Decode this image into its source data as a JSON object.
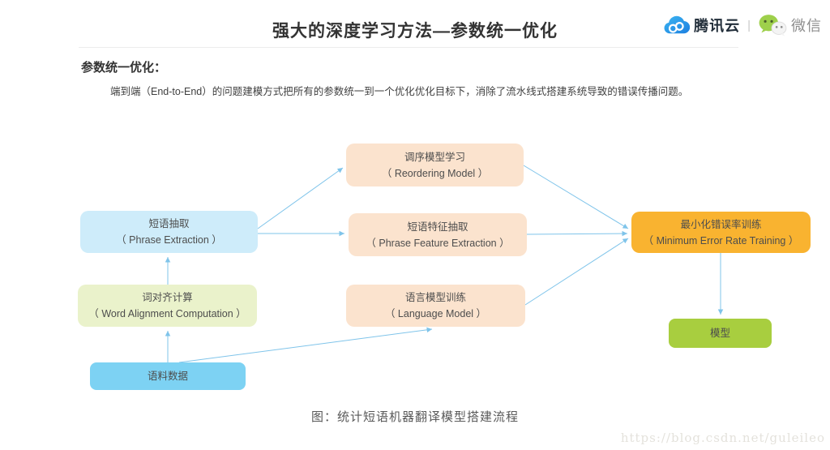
{
  "header": {
    "title": "强大的深度学习方法—参数统一优化",
    "brand": {
      "tencent_cloud": "腾讯云",
      "separator": "|",
      "wechat": "微信"
    }
  },
  "intro": {
    "heading": "参数统一优化：",
    "body": "端到端（End-to-End）的问题建模方式把所有的参数统一到一个优化优化目标下，消除了流水线式搭建系统导致的错误传播问题。"
  },
  "diagram": {
    "caption": "图：统计短语机器翻译模型搭建流程",
    "arrow_color": "#7fc4ea",
    "text_color": "#4d4d4d",
    "nodes": [
      {
        "id": "phrase-extraction",
        "label_zh": "短语抽取",
        "label_en": "（ Phrase Extraction ）",
        "bg": "#ceecfa"
      },
      {
        "id": "reordering-model",
        "label_zh": "调序模型学习",
        "label_en": "（ Reordering Model ）",
        "bg": "#fbe3ce"
      },
      {
        "id": "phrase-feature-extraction",
        "label_zh": "短语特征抽取",
        "label_en": "（ Phrase Feature Extraction ）",
        "bg": "#fbe3ce"
      },
      {
        "id": "min-error-rate-training",
        "label_zh": "最小化错误率训练",
        "label_en": "（ Minimum Error Rate Training ）",
        "bg": "#f9b330"
      },
      {
        "id": "word-alignment",
        "label_zh": "词对齐计算",
        "label_en": "（ Word Alignment Computation ）",
        "bg": "#eaf2cb"
      },
      {
        "id": "language-model",
        "label_zh": "语言模型训练",
        "label_en": "（ Language Model ）",
        "bg": "#fbe3ce"
      },
      {
        "id": "corpus-data",
        "label_zh": "语料数据",
        "label_en": "",
        "bg": "#7dd2f3"
      },
      {
        "id": "model",
        "label_zh": "模型",
        "label_en": "",
        "bg": "#a8ce3f"
      }
    ],
    "edges": [
      {
        "from": "corpus-data",
        "to": "word-alignment"
      },
      {
        "from": "word-alignment",
        "to": "phrase-extraction"
      },
      {
        "from": "phrase-extraction",
        "to": "reordering-model"
      },
      {
        "from": "phrase-extraction",
        "to": "phrase-feature-extraction"
      },
      {
        "from": "reordering-model",
        "to": "min-error-rate-training"
      },
      {
        "from": "phrase-feature-extraction",
        "to": "min-error-rate-training"
      },
      {
        "from": "language-model",
        "to": "min-error-rate-training"
      },
      {
        "from": "corpus-data",
        "to": "language-model"
      },
      {
        "from": "min-error-rate-training",
        "to": "model"
      }
    ]
  },
  "watermark": "https://blog.csdn.net/guleileo"
}
